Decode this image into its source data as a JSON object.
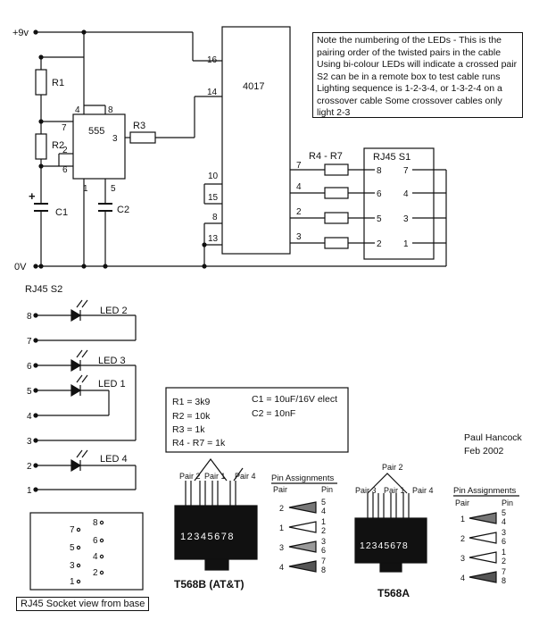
{
  "supply": {
    "vplus": "+9v",
    "ground": "0V"
  },
  "note": "Note the numbering of the LEDs - This is the pairing order of the twisted pairs in the cable Using bi-colour LEDs will indicate a crossed pair  S2 can be in a remote box to test cable runs  Lighting sequence is 1-2-3-4, or 1-3-2-4 on a crossover cable  Some crossover cables only light 2-3",
  "timer": {
    "label": "555",
    "pins": {
      "p4": "4",
      "p8": "8",
      "p7": "7",
      "p3": "3",
      "p2": "2",
      "p6": "6",
      "p1": "1",
      "p5": "5"
    }
  },
  "counter": {
    "label": "4017",
    "pins": {
      "p16": "16",
      "p14": "14",
      "p10": "10",
      "p15": "15",
      "p8": "8",
      "p13": "13",
      "p7": "7",
      "p4": "4",
      "p2": "2",
      "p3": "3"
    }
  },
  "components": {
    "r1": "R1",
    "r2": "R2",
    "r3": "R3",
    "r4r7": "R4 - R7",
    "c1": "C1",
    "c2": "C2",
    "plus": "+"
  },
  "s1": {
    "label": "RJ45 S1",
    "left_pins": [
      "8",
      "6",
      "5",
      "2"
    ],
    "right_pins": [
      "7",
      "4",
      "3",
      "1"
    ]
  },
  "s2": {
    "label": "RJ45 S2",
    "pins": [
      "8",
      "7",
      "6",
      "5",
      "4",
      "3",
      "2",
      "1"
    ]
  },
  "leds": {
    "led2": "LED 2",
    "led3": "LED 3",
    "led1": "LED 1",
    "led4": "LED 4"
  },
  "values": {
    "r1": "R1 = 3k9",
    "r2": "R2 = 10k",
    "r3": "R3 = 1k",
    "r4r7": "R4 - R7 = 1k",
    "c1": "C1 = 10uF/16V elect",
    "c2": "C2 = 10nF"
  },
  "author": {
    "name": "Paul Hancock",
    "date": "Feb 2002"
  },
  "socket_view": {
    "caption": "RJ45 Socket view from base",
    "left": [
      "7",
      "5",
      "3",
      "1"
    ],
    "right": [
      "8",
      "6",
      "4",
      "2"
    ]
  },
  "t568b": {
    "title": "T568B (AT&T)",
    "pairs": [
      "Pair 2",
      "Pair 1",
      "Pair 4"
    ],
    "numbers": "12345678",
    "assign_title": "Pin Assignments",
    "col_pair": "Pair",
    "col_pin": "Pin",
    "rows": [
      {
        "pair": "2",
        "pins": [
          "5",
          "4"
        ]
      },
      {
        "pair": "1",
        "pins": [
          "1",
          "2"
        ]
      },
      {
        "pair": "3",
        "pins": [
          "3",
          "6"
        ]
      },
      {
        "pair": "4",
        "pins": [
          "7",
          "8"
        ]
      }
    ]
  },
  "t568a": {
    "title": "T568A",
    "pair_top": "Pair 2",
    "pairs": [
      "Pair 3",
      "Pair 1",
      "Pair 4"
    ],
    "numbers": "12345678",
    "assign_title": "Pin Assignments",
    "col_pair": "Pair",
    "col_pin": "Pin",
    "rows": [
      {
        "pair": "1",
        "pins": [
          "5",
          "4"
        ]
      },
      {
        "pair": "2",
        "pins": [
          "3",
          "6"
        ]
      },
      {
        "pair": "3",
        "pins": [
          "1",
          "2"
        ]
      },
      {
        "pair": "4",
        "pins": [
          "7",
          "8"
        ]
      }
    ]
  }
}
